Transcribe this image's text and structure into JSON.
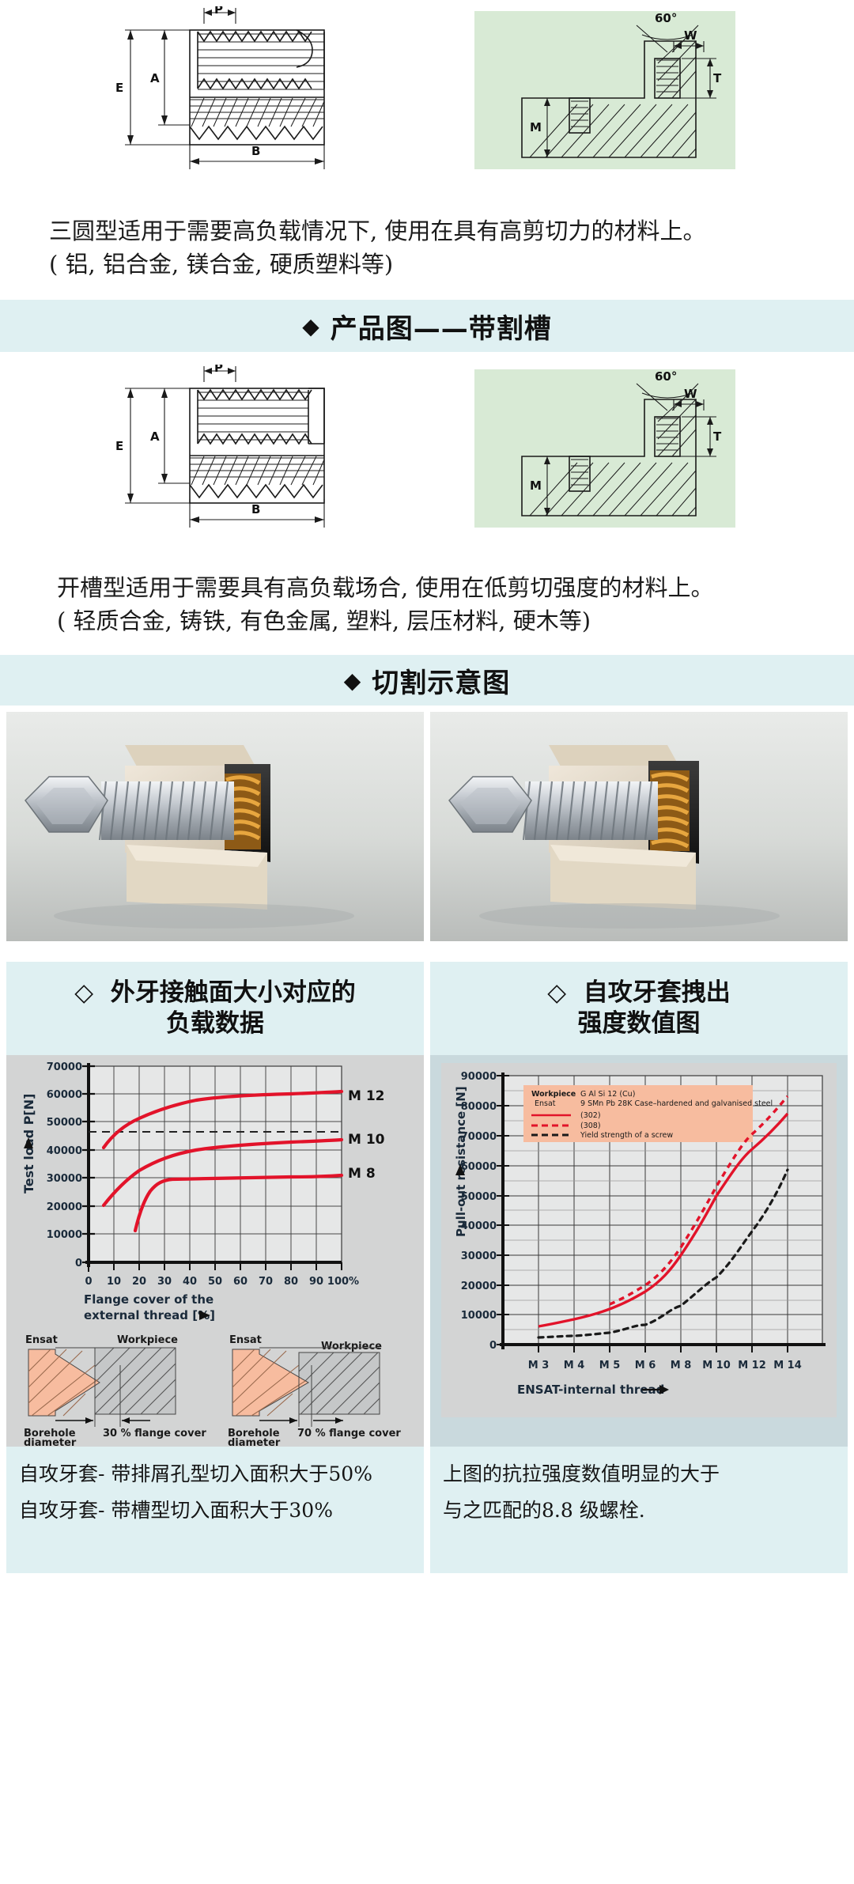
{
  "sections": {
    "intro_caption": {
      "line1": "三圆型适用于需要高负载情况下, 使用在具有高剪切力的材料上。",
      "line2": "( 铝, 铝合金, 镁合金, 硬质塑料等)"
    },
    "band_product": {
      "marker": "◆",
      "title": "产品图——带割槽"
    },
    "slot_caption": {
      "line1": "开槽型适用于需要具有高负载场合, 使用在低剪切强度的材料上。",
      "line2": "( 轻质合金, 铸铁, 有色金属, 塑料, 层压材料, 硬木等)"
    },
    "band_cutaway": {
      "marker": "◆",
      "title": "切割示意图"
    }
  },
  "drawings": {
    "dim_labels": {
      "p": "P",
      "e": "E",
      "a": "A",
      "b": "B",
      "w": "W",
      "t": "T",
      "m": "M",
      "angle": "60°"
    }
  },
  "columns": [
    {
      "head_marker": "◇",
      "head_line1": "外牙接触面大小对应的",
      "head_line2": "负载数据",
      "footnote_line1": "自攻牙套- 带排屑孔型切入面积大于50%",
      "footnote_line2": "自攻牙套- 带槽型切入面积大于30%"
    },
    {
      "head_marker": "◇",
      "head_line1": "自攻牙套拽出",
      "head_line2": "强度数值图",
      "footnote_line1": "上图的抗拉强度数值明显的大于",
      "footnote_line2": "与之匹配的8.8 级螺栓."
    }
  ],
  "hatch_diagrams": [
    {
      "ensat": "Ensat",
      "workpiece": "Workpiece",
      "borehole_l1": "Borehole",
      "borehole_l2": "diameter",
      "cover": "30 % flange cover"
    },
    {
      "ensat": "Ensat",
      "workpiece": "Workpiece",
      "borehole_l1": "Borehole",
      "borehole_l2": "diameter",
      "cover": "70 % flange cover"
    }
  ],
  "chart_data": [
    {
      "type": "line",
      "title": "外牙接触面大小对应的负载数据",
      "xlabel": "Flange cover of the external thread  [%]",
      "ylabel": "Test load   P[N]",
      "xlim": [
        0,
        100
      ],
      "ylim": [
        0,
        70000
      ],
      "xticks": [
        "0",
        "10",
        "20",
        "30",
        "40",
        "50",
        "60",
        "70",
        "80",
        "90",
        "100%"
      ],
      "yticks": [
        "0",
        "10000",
        "20000",
        "30000",
        "40000",
        "50000",
        "60000",
        "70000"
      ],
      "grid": true,
      "legend_position": "right-inline",
      "annotations": [
        {
          "text": "dashed reference line",
          "y": 46500
        }
      ],
      "series": [
        {
          "name": "M 12",
          "color": "#e2132a",
          "x": [
            6,
            10,
            15,
            20,
            25,
            30,
            35,
            40,
            50,
            60,
            70,
            80,
            90,
            100
          ],
          "values": [
            41000,
            45500,
            50000,
            52500,
            54500,
            56200,
            57500,
            58300,
            58900,
            59200,
            59500,
            59800,
            60000,
            60300
          ]
        },
        {
          "name": "M 10",
          "color": "#e2132a",
          "x": [
            6,
            10,
            15,
            20,
            25,
            30,
            35,
            40,
            50,
            60,
            70,
            80,
            90,
            100
          ],
          "values": [
            20500,
            26500,
            33000,
            37500,
            40200,
            42000,
            43400,
            44200,
            45000,
            45400,
            45700,
            46000,
            46200,
            46400
          ]
        },
        {
          "name": "M 8",
          "color": "#e2132a",
          "x": [
            18,
            20,
            22,
            25,
            30,
            40,
            50,
            60,
            70,
            80,
            90,
            100
          ],
          "values": [
            11500,
            21000,
            27000,
            29200,
            29800,
            30000,
            30200,
            30400,
            30600,
            30800,
            31000,
            31200
          ]
        }
      ]
    },
    {
      "type": "line",
      "title": "自攻牙套拽出强度数值图",
      "xlabel": "ENSAT-internal thread",
      "ylabel": "Pull-out resistance   [N]",
      "ylim": [
        0,
        90000
      ],
      "yticks": [
        "0",
        "10000",
        "20000",
        "30000",
        "40000",
        "50000",
        "60000",
        "70000",
        "80000",
        "90000"
      ],
      "xticks": [
        "M 3",
        "M 4",
        "M 5",
        "M 6",
        "M 8",
        "M 10",
        "M 12",
        "M 14"
      ],
      "grid": true,
      "legend_position": "top-left",
      "legend": {
        "rows": [
          {
            "key": "Workpiece",
            "value": "G Al Si 12 (Cu)"
          },
          {
            "key": "Ensat",
            "value": "9 SMn Pb 28K Case–hardened and galvanised steel"
          }
        ],
        "lines": [
          {
            "style": "solid",
            "color": "#e2132a",
            "label": "(302)"
          },
          {
            "style": "dashed",
            "color": "#e2132a",
            "label": "(308)"
          },
          {
            "style": "dashed",
            "color": "#1a1a1a",
            "label": "Yield strength of a screw"
          }
        ]
      },
      "series": [
        {
          "name": "(302)",
          "style": "solid",
          "color": "#e2132a",
          "x": [
            "M 3",
            "M 4",
            "M 5",
            "M 6",
            "M 8",
            "M 10",
            "M 12",
            "M 14"
          ],
          "values": [
            6200,
            8000,
            10500,
            15000,
            25000,
            42000,
            58000,
            77000
          ]
        },
        {
          "name": "(308)",
          "style": "dashed",
          "color": "#e2132a",
          "x": [
            "M 5",
            "M 6",
            "M 8",
            "M 10",
            "M 12",
            "M 14"
          ],
          "values": [
            13500,
            17000,
            28000,
            46000,
            64000,
            83000
          ]
        },
        {
          "name": "Yield strength of a screw",
          "style": "dashed",
          "color": "#1a1a1a",
          "x": [
            "M 3",
            "M 4",
            "M 5",
            "M 6",
            "M 8",
            "M 10",
            "M 12",
            "M 14"
          ],
          "values": [
            2500,
            2800,
            3800,
            6500,
            13000,
            22500,
            38000,
            58500
          ]
        }
      ]
    }
  ],
  "colors": {
    "band": "#dff0f2",
    "green_panel": "#d8ead5",
    "chart_bg": "#d3d4d4",
    "chart_bg_right": "#c9d9dd",
    "red": "#e2132a",
    "salmon": "#f7bc9f"
  }
}
